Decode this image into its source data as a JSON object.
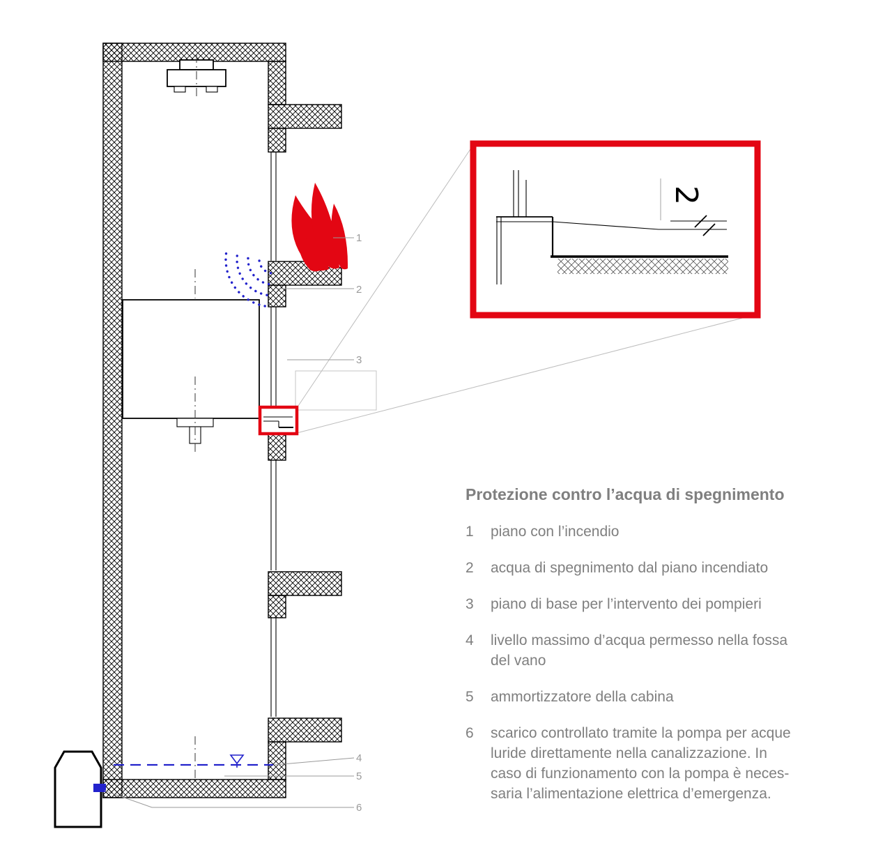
{
  "legend": {
    "title": "Protezione contro l’acqua di spegnimento",
    "items": [
      {
        "n": "1",
        "text": "piano con l’incendio"
      },
      {
        "n": "2",
        "text": "acqua di spegnimento dal piano incendiato"
      },
      {
        "n": "3",
        "text": "piano di base per l’intervento dei pompieri"
      },
      {
        "n": "4",
        "text": "livello massimo d’acqua permesso nella fossa\ndel vano"
      },
      {
        "n": "5",
        "text": "ammortizzatore della cabina"
      },
      {
        "n": "6",
        "text": "scarico controllato tramite la pompa per acque\nluride direttamente nella canalizzazione. In\ncaso di funzionamento con la pompa è neces-\nsaria l’alimentazione elettrica d’emergenza."
      }
    ]
  },
  "drawing": {
    "markers": {
      "m1": "1",
      "m2": "2",
      "m3": "3",
      "m4": "4",
      "m5": "5",
      "m6": "6"
    },
    "detail": {
      "dimension_label": "2"
    }
  },
  "colors": {
    "fire_red": "#e30613",
    "water_blue": "#2222cc",
    "detail_border_red": "#e30613",
    "text_gray": "#7f7f7f",
    "leader_gray": "#9a9a9a"
  }
}
